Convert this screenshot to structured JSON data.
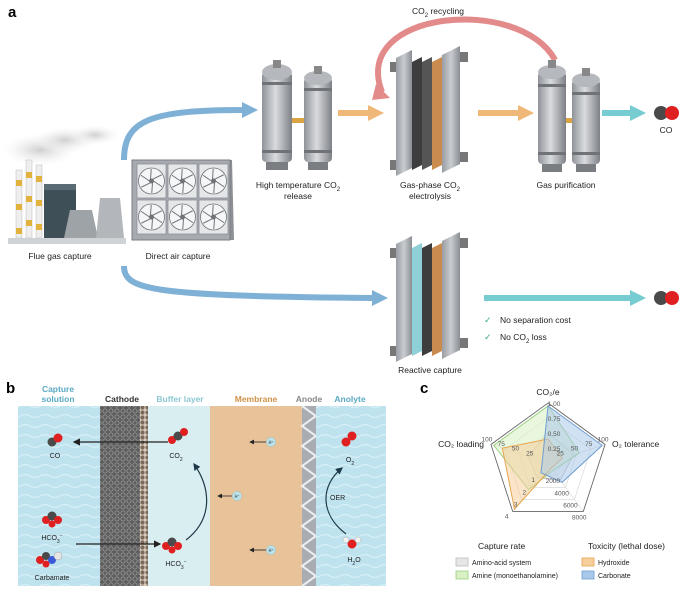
{
  "panel_a": {
    "letter": "a",
    "recycle_label": "CO",
    "recycle_sub": "2",
    "recycle_tail": " recycling",
    "flue_gas": "Flue gas capture",
    "direct_air": "Direct air capture",
    "ht_line1": "High temperature CO",
    "ht_sub": "2",
    "ht_line2": "release",
    "gp_line1": "Gas-phase CO",
    "gp_sub": "2",
    "gp_line2": "electrolysis",
    "gas_purification": "Gas purification",
    "co_label": "CO",
    "reactive_capture": "Reactive capture",
    "check1": "No separation cost",
    "check2_a": "No CO",
    "check2_sub": "2",
    "check2_b": " loss",
    "colors": {
      "blue_arrow": "#7fb0d6",
      "orange_arrow": "#f0b878",
      "teal_arrow": "#76ccd0",
      "red_arrow": "#e38a8a",
      "check": "#3aa88a"
    }
  },
  "panel_b": {
    "letter": "b",
    "capture_solution_1": "Capture",
    "capture_solution_2": "solution",
    "cathode": "Cathode",
    "buffer_layer": "Buffer layer",
    "membrane": "Membrane",
    "anode": "Anode",
    "anolyte": "Anolyte",
    "co": "CO",
    "co2": "CO",
    "co2_sub": "2",
    "hco3_left": "HCO",
    "hco3_sub": "3",
    "hco3_sup": "−",
    "hco3_right": "HCO",
    "carbamate": "Carbamate",
    "o2": "O",
    "o2_sub": "2",
    "h2o_a": "H",
    "h2o_sub": "2",
    "h2o_b": "O",
    "oer": "OER",
    "hplus": "H⁺",
    "colors": {
      "solution": "#bfe3ee",
      "buffer": "#d9eef0",
      "membrane": "#e8c39a",
      "cathode": "#6a6a6a"
    }
  },
  "panel_c": {
    "letter": "c",
    "axes": [
      {
        "label": "CO₂/e",
        "ticks": [
          "1.00",
          "0.75",
          "0.50",
          "0.25"
        ]
      },
      {
        "label": "O₂ tolerance",
        "ticks": [
          "100",
          "75",
          "50",
          "25"
        ]
      },
      {
        "label": "Toxicity (lethal dose)",
        "ticks": [
          "8000",
          "6000",
          "4000",
          "2000"
        ]
      },
      {
        "label": "Capture rate",
        "ticks": [
          "4",
          "3",
          "2",
          "1"
        ]
      },
      {
        "label": "CO₂ loading",
        "ticks": [
          "100",
          "75",
          "50",
          "25"
        ]
      }
    ],
    "series": [
      {
        "name": "Amino-acid system",
        "color": "#bdbdbd",
        "fill": "#e6e6e6",
        "values": [
          0.5,
          0.45,
          0.35,
          0.3,
          0.35
        ]
      },
      {
        "name": "Amine (monoethanolamine)",
        "color": "#9bcf7f",
        "fill": "#d8f0c4",
        "values": [
          0.95,
          0.55,
          0.15,
          0.55,
          0.95
        ]
      },
      {
        "name": "Hydroxide",
        "color": "#e6a54f",
        "fill": "#f6cf9a",
        "values": [
          0.4,
          0.25,
          0.1,
          0.95,
          0.8
        ]
      },
      {
        "name": "Carbonate",
        "color": "#6f9ed0",
        "fill": "#a9c8ea",
        "values": [
          0.95,
          0.95,
          0.4,
          0.2,
          0.1
        ]
      }
    ]
  }
}
